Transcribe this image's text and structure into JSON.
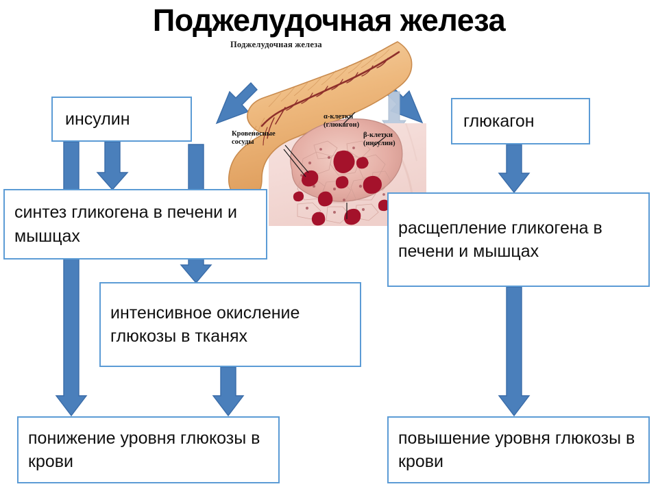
{
  "title": "Поджелудочная железа",
  "illustration": {
    "caption": "Поджелудочная железа",
    "labels": {
      "alpha": "α-клетки\n(глюкагон)",
      "alpha_line1": "α-клетки",
      "alpha_line2": "(глюкагон)",
      "beta_line1": "β-клетки",
      "beta_line2": "(инсулин)",
      "vessels_line1": "Кровеносные",
      "vessels_line2": "сосуды"
    }
  },
  "boxes": {
    "insulin": "инсулин",
    "glucagon": "глюкагон",
    "synthesis": "синтез гликогена в печени и мышцах",
    "breakdown": "расщепление гликогена в печени и мышцах",
    "oxidation": "интенсивное окисление глюкозы в тканях",
    "lower_glucose": "понижение уровня глюкозы в крови",
    "raise_glucose": "повышение уровня глюкозы в крови"
  },
  "colors": {
    "arrow_fill": "#4a7fbb",
    "arrow_stroke": "#3a6ca8",
    "box_border": "#5b9bd5",
    "faint_arrow": "#b9c9dd",
    "text": "#111111",
    "background": "#ffffff"
  }
}
